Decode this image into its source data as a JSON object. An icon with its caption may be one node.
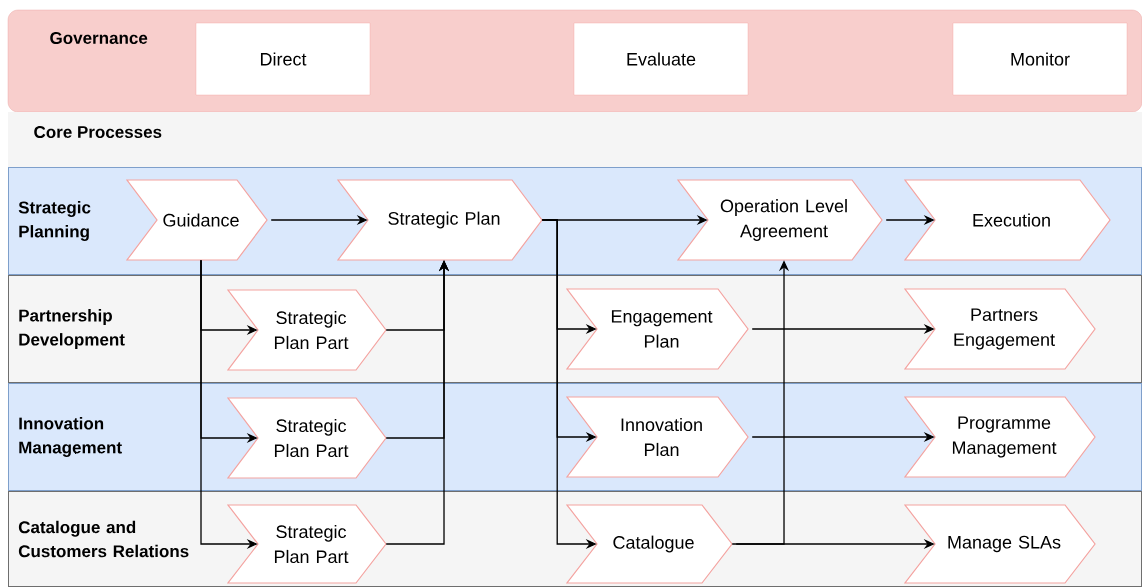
{
  "diagram": {
    "nodes": [
      {
        "text": [
          "Governance"
        ]
      },
      {
        "text": [
          "Direct"
        ],
        "in": 0
      },
      {
        "text": [
          "Evaluate"
        ],
        "in": 0
      },
      {
        "text": [
          "Monitor"
        ],
        "in": 0
      },
      {
        "text": [
          "Core Processes"
        ]
      },
      {
        "text": [
          "Strategic Planning"
        ]
      },
      {
        "text": [
          "Guidance"
        ],
        "in": 5
      },
      {
        "text": [
          "Strategic Plan"
        ],
        "in": 5
      },
      {
        "text": [
          "Operation Level Agreement"
        ],
        "in": 5
      },
      {
        "text": [
          "Execution"
        ],
        "in": 5
      },
      {
        "text": [
          "Partnership Development"
        ]
      },
      {
        "text": [
          "Strategic Plan Part"
        ],
        "in": 10
      },
      {
        "text": [
          "Engagement Plan"
        ],
        "in": 10
      },
      {
        "text": [
          "Partners Engagement"
        ],
        "in": 10
      },
      {
        "text": [
          "Innovation Management"
        ]
      },
      {
        "text": [
          "Strategic Plan Part"
        ],
        "in": 14
      },
      {
        "text": [
          "Innovation Plan"
        ],
        "in": 14
      },
      {
        "text": [
          "Programme Management"
        ],
        "in": 14
      },
      {
        "text": [
          "Catalogue and Customers Relations"
        ]
      },
      {
        "text": [
          "Strategic Plan Part"
        ],
        "in": 18
      },
      {
        "text": [
          "Catalogue"
        ],
        "in": 18
      },
      {
        "text": [
          "Manage SLAs"
        ],
        "in": 18
      }
    ],
    "edges": [
      {
        "from": 6,
        "to": 7,
        "arrow": "to"
      },
      {
        "from": 7,
        "to": 8,
        "arrow": "to"
      },
      {
        "from": 8,
        "to": 9,
        "arrow": "to"
      },
      {
        "from": 6,
        "to": 11,
        "arrow": "to"
      },
      {
        "from": 6,
        "to": 15,
        "arrow": "to"
      },
      {
        "from": 6,
        "to": 19,
        "arrow": "to"
      },
      {
        "from": 11,
        "to": 7,
        "arrow": "to"
      },
      {
        "from": 15,
        "to": 7,
        "arrow": "to"
      },
      {
        "from": 19,
        "to": 7,
        "arrow": "to"
      },
      {
        "from": 7,
        "to": 12,
        "arrow": "to"
      },
      {
        "from": 7,
        "to": 16,
        "arrow": "to"
      },
      {
        "from": 7,
        "to": 20,
        "arrow": "to"
      },
      {
        "from": 12,
        "to": 13,
        "arrow": "to"
      },
      {
        "from": 16,
        "to": 17,
        "arrow": "to"
      },
      {
        "from": 20,
        "to": 21,
        "arrow": "to"
      },
      {
        "from": 20,
        "to": 8,
        "arrow": "to"
      }
    ]
  }
}
